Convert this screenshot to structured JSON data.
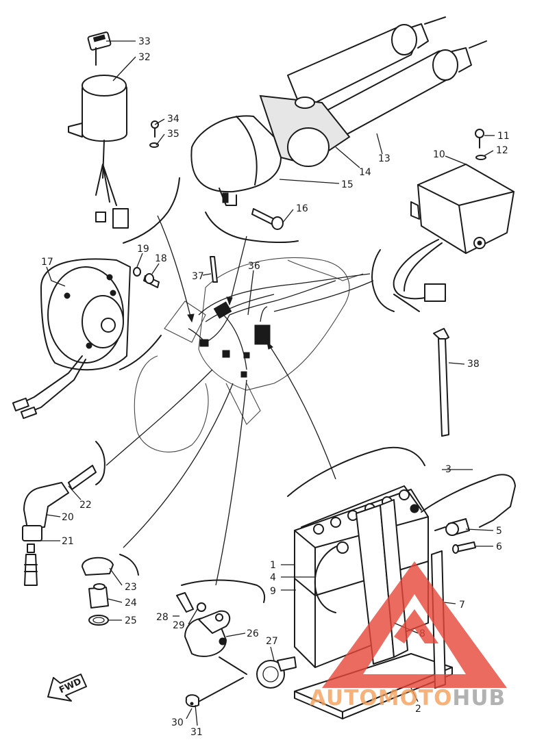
{
  "callouts": {
    "c1": "1",
    "c2": "2",
    "c3": "3",
    "c4": "4",
    "c5": "5",
    "c6": "6",
    "c7": "7",
    "c8": "8",
    "c9": "9",
    "c10": "10",
    "c11": "11",
    "c12": "12",
    "c13": "13",
    "c14": "14",
    "c15": "15",
    "c16": "16",
    "c17": "17",
    "c18": "18",
    "c19": "19",
    "c20": "20",
    "c21": "21",
    "c22": "22",
    "c23": "23",
    "c24": "24",
    "c25": "25",
    "c26": "26",
    "c27": "27",
    "c28": "28",
    "c29": "29",
    "c30": "30",
    "c31": "31",
    "c32": "32",
    "c33": "33",
    "c34": "34",
    "c35": "35",
    "c36": "36",
    "c37": "37",
    "c38": "38"
  },
  "direction_arrow": "FWD",
  "watermark": {
    "part1": "AUTO",
    "part2": "MOTO",
    "part3": "HUB",
    "color_main": "#f4a05a",
    "color_accent": "#e8473a"
  }
}
